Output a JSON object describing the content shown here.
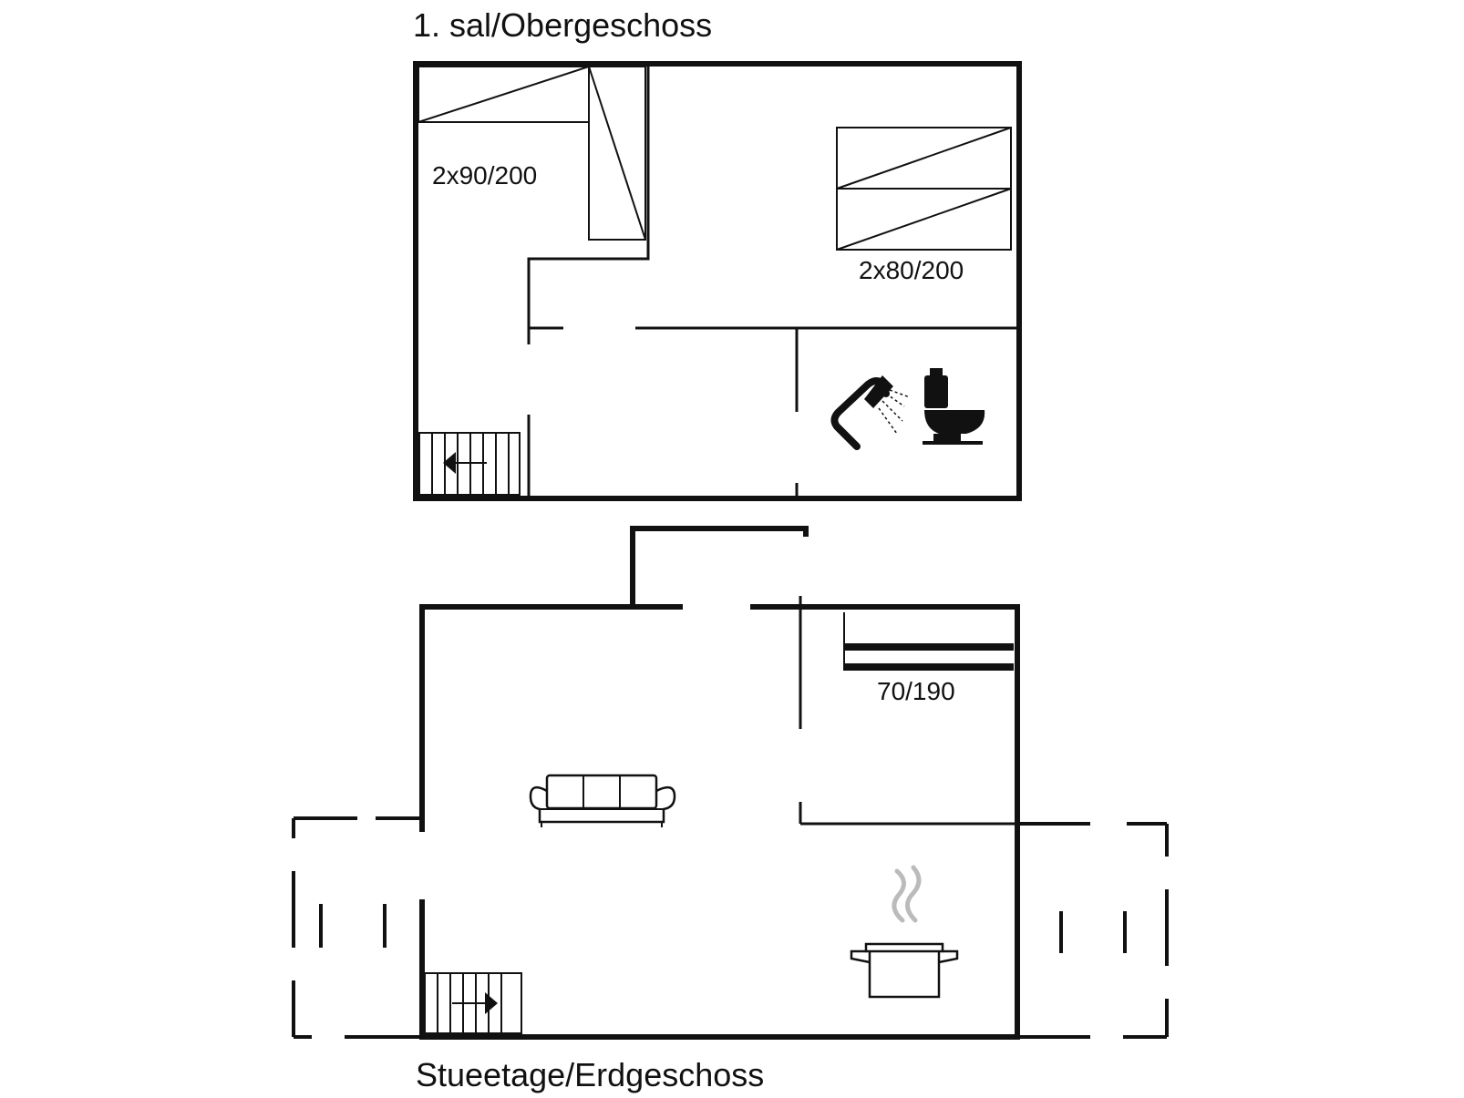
{
  "floors": {
    "upper": {
      "title": "1. sal/Obergeschoss",
      "beds": [
        "2x90/200",
        "2x80/200"
      ]
    },
    "ground": {
      "title": "Stueetage/Erdgeschoss",
      "beds": [
        "70/190"
      ]
    }
  },
  "icons": {
    "stairs_up": "stairs-icon",
    "shower": "shower-icon",
    "toilet": "toilet-icon",
    "sofa": "sofa-icon",
    "cooking_pot": "cooking-pot-icon",
    "stairs_ground": "stairs-icon"
  }
}
